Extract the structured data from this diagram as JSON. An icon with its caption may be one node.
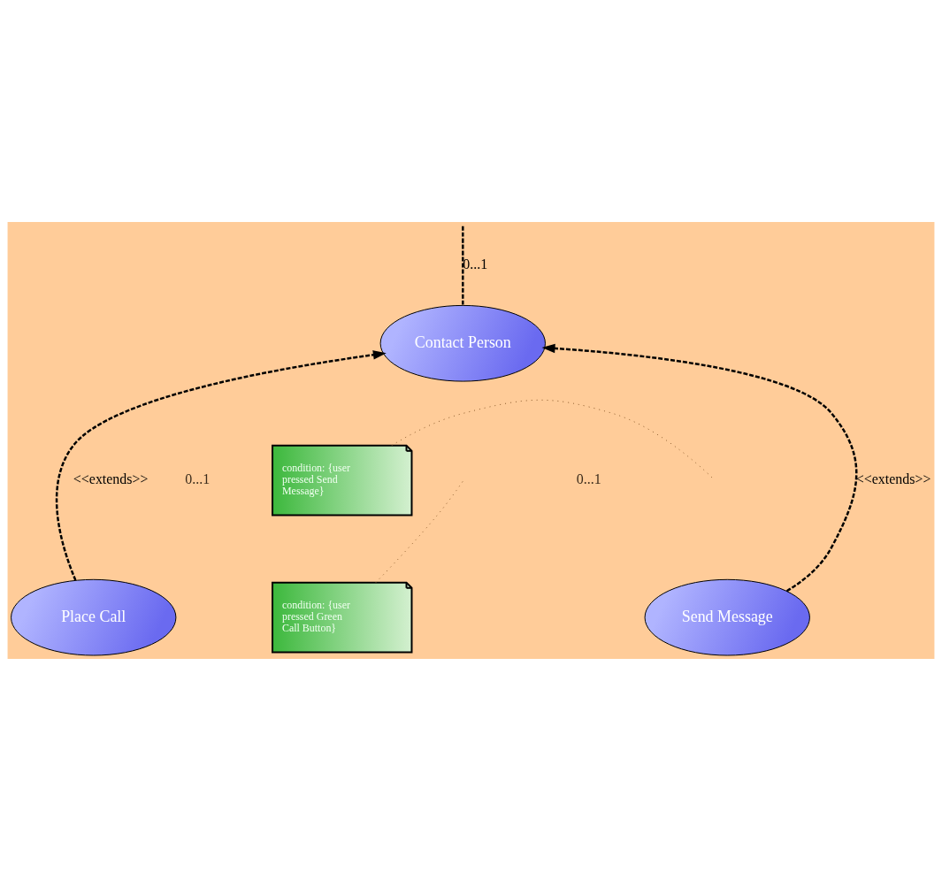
{
  "diagram": {
    "nodes": [
      {
        "text": [
          "Contact Person"
        ]
      },
      {
        "text": [
          "Place Call"
        ]
      },
      {
        "text": [
          "Send Message"
        ]
      },
      {
        "text": [
          "condition: {user pressed Send Message}"
        ]
      },
      {
        "text": [
          "condition: {user pressed Green Call Button}"
        ]
      }
    ],
    "edges": [
      {
        "from": null,
        "to": 0,
        "arrow": "none",
        "style": "dashed",
        "label": "0...1"
      },
      {
        "from": 1,
        "to": 0,
        "arrow": "to",
        "style": "dashed",
        "label": "<<extends>>"
      },
      {
        "from": 2,
        "to": 0,
        "arrow": "to",
        "style": "dashed",
        "label": "<<extends>>"
      },
      {
        "from": 3,
        "to": null,
        "arrow": "none",
        "color": "#8b5a2b"
      },
      {
        "from": 4,
        "to": null,
        "arrow": "none",
        "color": "#8b5a2b"
      }
    ],
    "labels": [
      "0...1",
      "0...1"
    ]
  }
}
